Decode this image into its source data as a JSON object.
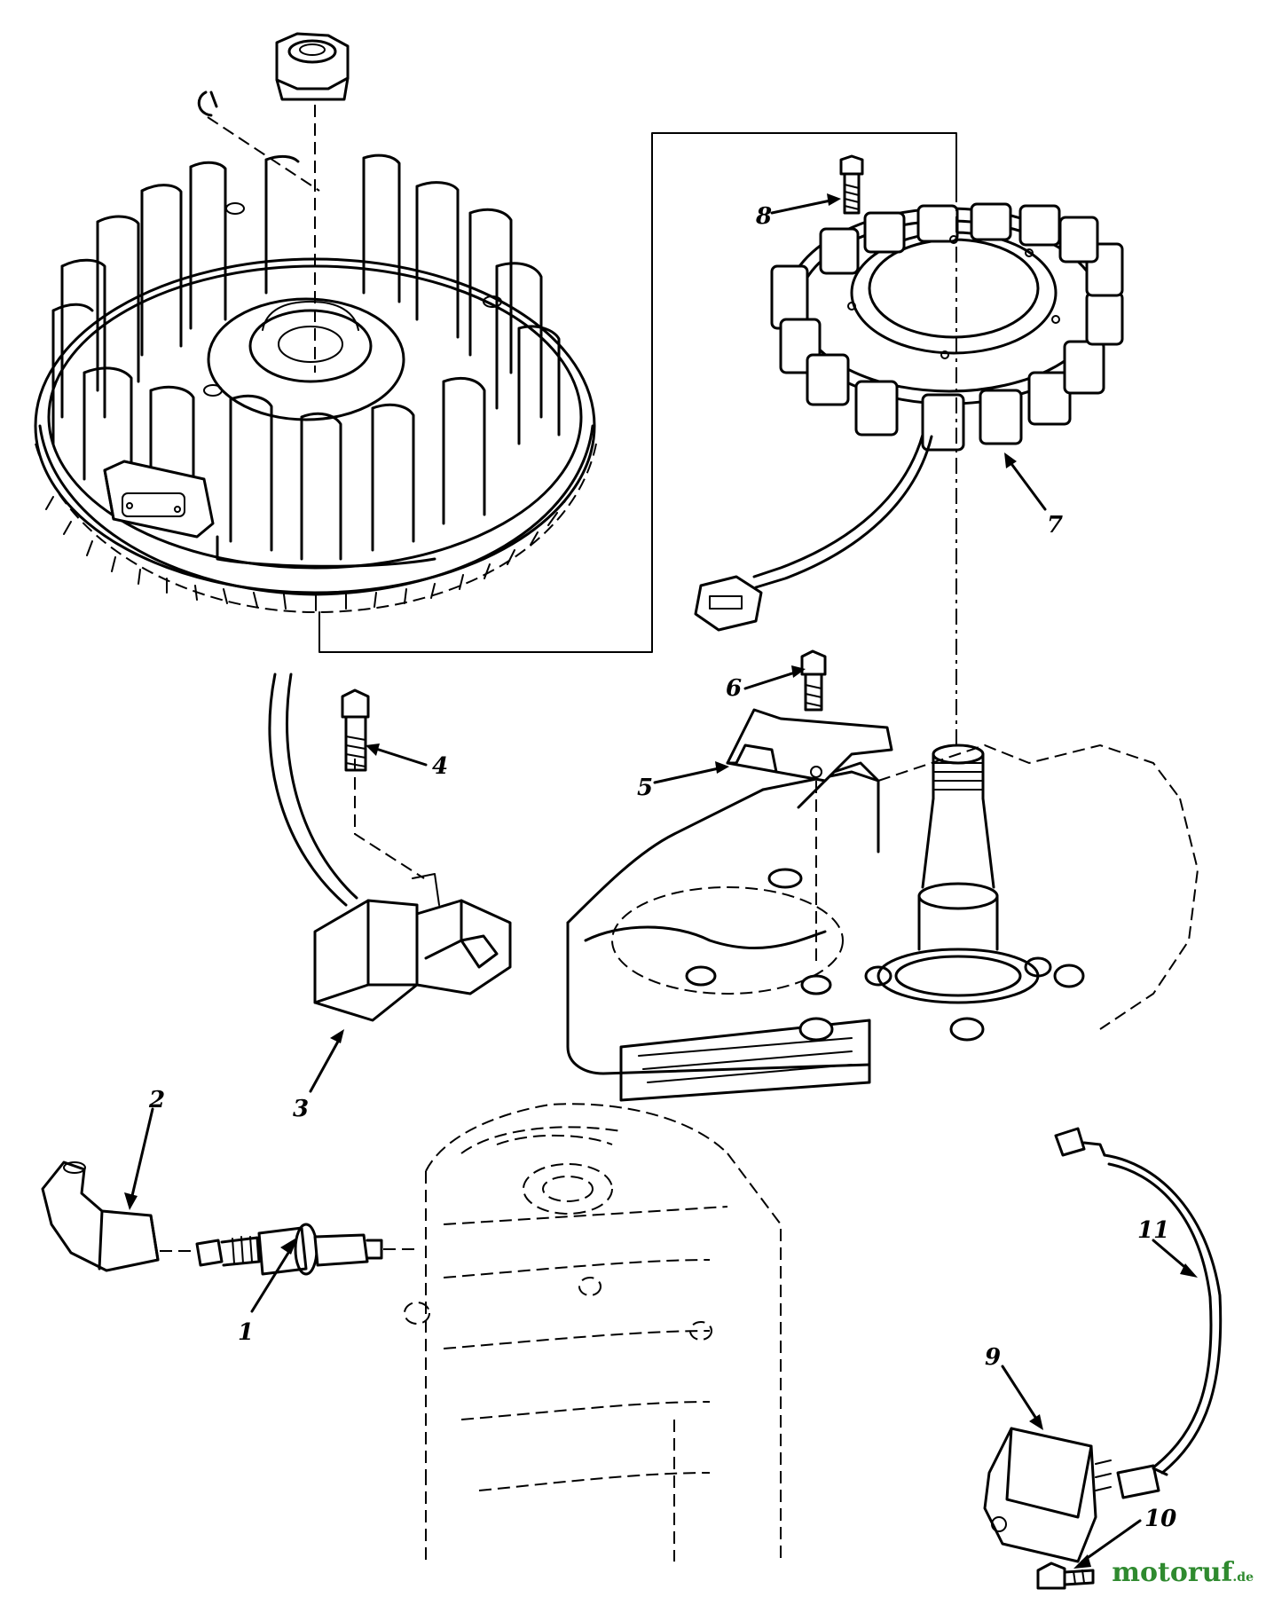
{
  "callouts": {
    "c1": "1",
    "c2": "2",
    "c3": "3",
    "c4": "4",
    "c5": "5",
    "c6": "6",
    "c7": "7",
    "c8": "8",
    "c9": "9",
    "c10": "10",
    "c11": "11"
  },
  "watermark": {
    "main": "motoruf",
    "suffix": ".de"
  }
}
